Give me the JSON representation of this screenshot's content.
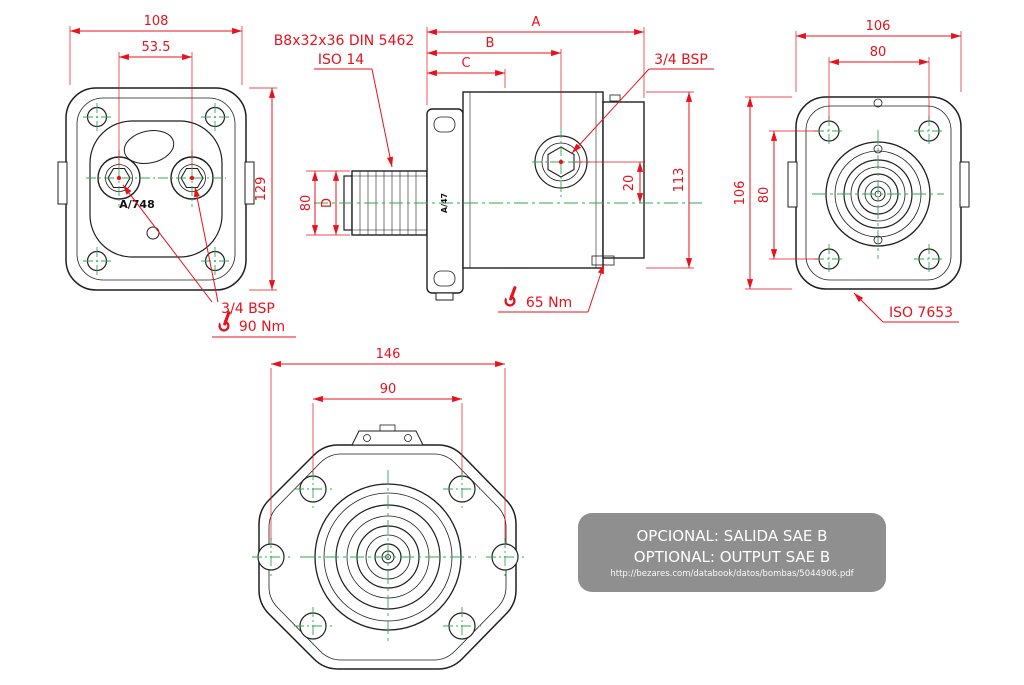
{
  "front": {
    "dim_width": "108",
    "dim_port_spacing": "53.5",
    "dim_height": "129",
    "part_code": "A/748",
    "port_label": "3/4 BSP",
    "torque": "90 Nm"
  },
  "side": {
    "spline_spec": "B8x32x36 DIN 5462",
    "spline_standard": "ISO 14",
    "dim_a": "A",
    "dim_b": "B",
    "dim_c": "C",
    "port_label": "3/4 BSP",
    "dim_shaft_dia": "80",
    "dim_d": "D",
    "dim_height": "113",
    "dim_port_offset": "20",
    "torque": "65 Nm",
    "part_code": "A/47"
  },
  "rear": {
    "dim_width": "106",
    "dim_bolt_spacing_h": "80",
    "dim_height": "106",
    "dim_bolt_spacing_v": "80",
    "standard": "ISO 7653"
  },
  "bottom": {
    "dim_width": "146",
    "dim_bolt_spacing": "90"
  },
  "note": {
    "line1": "OPCIONAL: SALIDA SAE B",
    "line2": "OPTIONAL: OUTPUT SAE B",
    "url": "http://bezares.com/databook/datos/bombas/5044906.pdf"
  },
  "colors": {
    "dimension_red": "#e8111c",
    "centerline_green": "#2fa84f",
    "line_black": "#1f1f1f",
    "note_bg_gray": "#808080",
    "note_text": "#ffffff"
  }
}
